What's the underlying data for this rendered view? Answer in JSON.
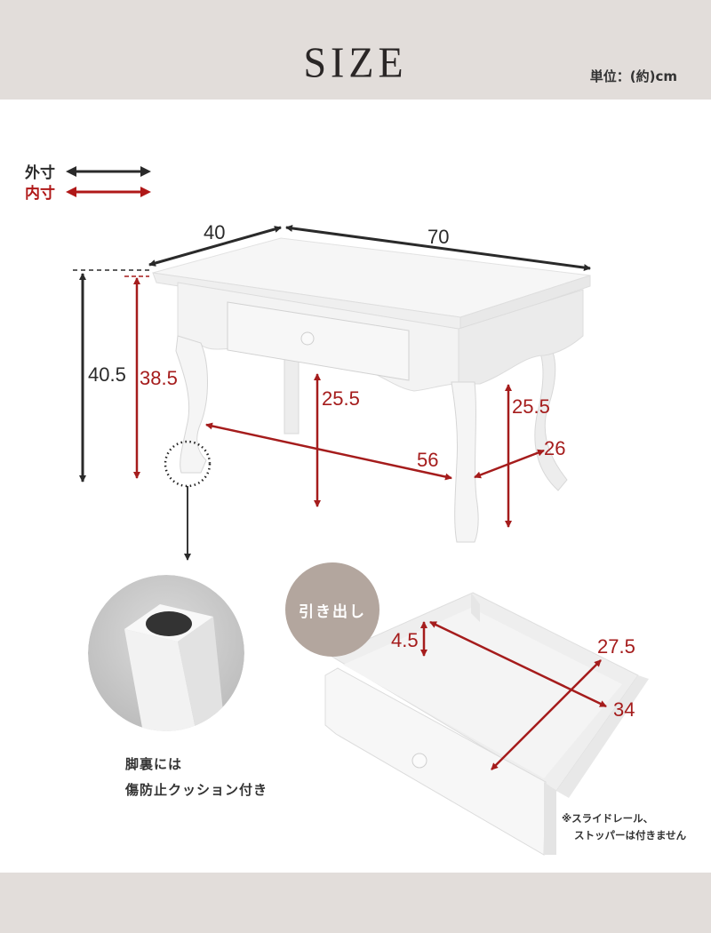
{
  "header": {
    "title": "SIZE",
    "unit_label": "単位：(約)cm",
    "background": "#e2ddda"
  },
  "legend": {
    "items": [
      {
        "label": "外寸",
        "meaning": "outer dimension",
        "color": "#2a2a2a"
      },
      {
        "label": "内寸",
        "meaning": "inner dimension",
        "color": "#b01818"
      }
    ]
  },
  "table_dimensions": {
    "depth": "40",
    "width": "70",
    "total_height": "40.5",
    "inner_height": "38.5",
    "under_clearance_front": "25.5",
    "under_clearance_side": "25.5",
    "inner_width_between_legs": "56",
    "inner_depth_between_legs": "26"
  },
  "leg_detail": {
    "caption_line1": "脚裏には",
    "caption_line2": "傷防止クッション付き"
  },
  "drawer": {
    "badge_label": "引き出し",
    "badge_color": "#b3a69e",
    "height": "4.5",
    "depth": "27.5",
    "width": "34",
    "note_line1": "※スライドレール、",
    "note_line2": "ストッパーは付きません"
  },
  "colors": {
    "outer_arrow": "#2a2a2a",
    "inner_arrow": "#a51c1c"
  }
}
